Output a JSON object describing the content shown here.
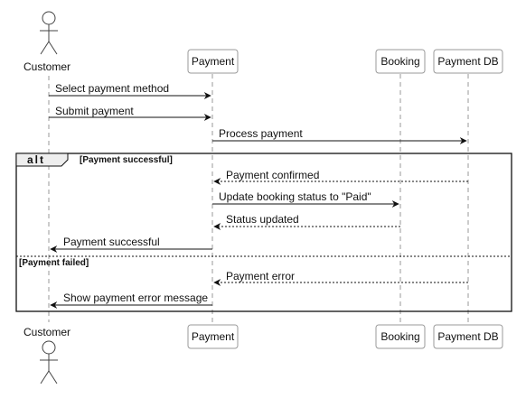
{
  "participants": [
    {
      "id": "customer",
      "label": "Customer",
      "kind": "actor"
    },
    {
      "id": "payment",
      "label": "Payment",
      "kind": "participant"
    },
    {
      "id": "booking",
      "label": "Booking",
      "kind": "participant"
    },
    {
      "id": "paymentdb",
      "label": "Payment DB",
      "kind": "participant"
    }
  ],
  "messages": [
    {
      "from": "customer",
      "to": "payment",
      "label": "Select payment method",
      "style": "solid"
    },
    {
      "from": "customer",
      "to": "payment",
      "label": "Submit payment",
      "style": "solid"
    },
    {
      "from": "payment",
      "to": "paymentdb",
      "label": "Process payment",
      "style": "solid"
    },
    {
      "from": "paymentdb",
      "to": "payment",
      "label": "Payment confirmed",
      "style": "dashed"
    },
    {
      "from": "payment",
      "to": "booking",
      "label": "Update booking status to \"Paid\"",
      "style": "solid"
    },
    {
      "from": "booking",
      "to": "payment",
      "label": "Status updated",
      "style": "dashed"
    },
    {
      "from": "payment",
      "to": "customer",
      "label": "Payment successful",
      "style": "solid"
    },
    {
      "from": "paymentdb",
      "to": "payment",
      "label": "Payment error",
      "style": "dashed"
    },
    {
      "from": "payment",
      "to": "customer",
      "label": "Show payment error message",
      "style": "solid"
    }
  ],
  "fragment": {
    "tag": "alt",
    "guard_success": "[Payment successful]",
    "guard_failed": "[Payment failed]"
  }
}
